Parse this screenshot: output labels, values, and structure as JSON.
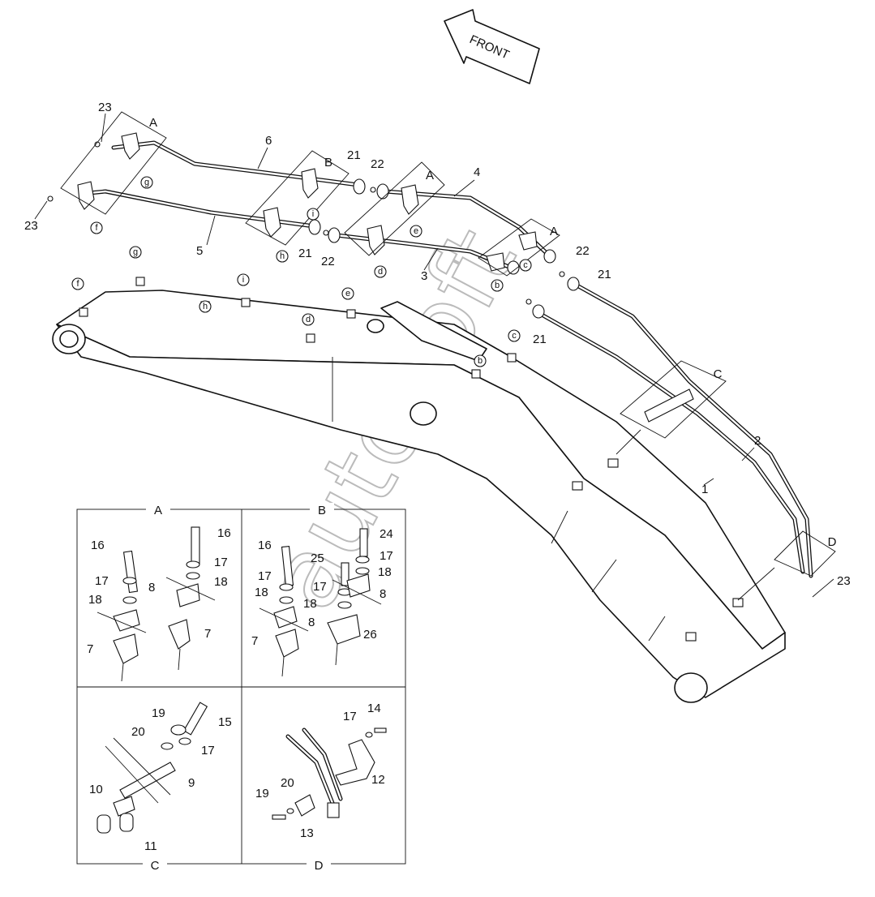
{
  "front_label": "FRONT",
  "part_numbers": {
    "p1": "1",
    "p2": "2",
    "p3": "3",
    "p4": "4",
    "p5": "5",
    "p6": "6",
    "p7": "7",
    "p8": "8",
    "p9": "9",
    "p10": "10",
    "p11": "11",
    "p12": "12",
    "p13": "13",
    "p14": "14",
    "p15": "15",
    "p16": "16",
    "p17": "17",
    "p18": "18",
    "p19": "19",
    "p20": "20",
    "p21": "21",
    "p22": "22",
    "p23": "23",
    "p24": "24",
    "p25": "25",
    "p26": "26"
  },
  "detail_letters": {
    "a": "A",
    "b": "B",
    "c": "C",
    "d": "D"
  },
  "point_markers": [
    "b",
    "c",
    "d",
    "e",
    "f",
    "g",
    "h",
    "i"
  ],
  "watermark": "autoSoft"
}
